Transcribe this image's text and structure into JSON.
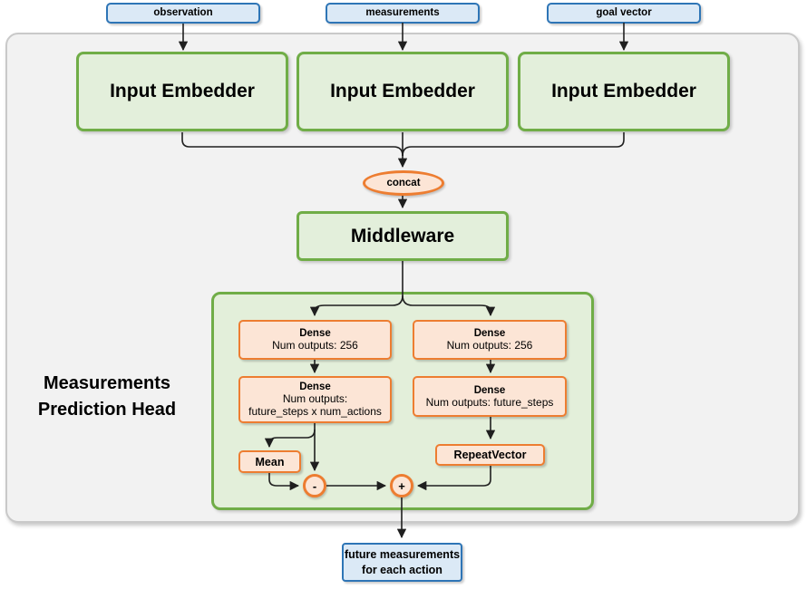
{
  "inputs": {
    "observation": "observation",
    "measurements": "measurements",
    "goal_vector": "goal vector"
  },
  "embedders": {
    "left": "Input Embedder",
    "middle": "Input Embedder",
    "right": "Input Embedder"
  },
  "concat_label": "concat",
  "middleware_label": "Middleware",
  "prediction_head": {
    "label_line1": "Measurements",
    "label_line2": "Prediction Head",
    "dense_left_top": {
      "title": "Dense",
      "line1": "Num outputs: 256"
    },
    "dense_right_top": {
      "title": "Dense",
      "line1": "Num outputs: 256"
    },
    "dense_left_bottom": {
      "title": "Dense",
      "line1": "Num outputs:",
      "line2": "future_steps x num_actions"
    },
    "dense_right_bottom": {
      "title": "Dense",
      "line1": "Num outputs: future_steps"
    },
    "mean_label": "Mean",
    "repeat_vector_label": "RepeatVector",
    "minus_op": "-",
    "plus_op": "+"
  },
  "output": {
    "line1": "future measurements",
    "line2": "for each action"
  },
  "colors": {
    "green_border": "#70ad47",
    "green_fill": "#e3efdb",
    "orange_border": "#ed7d31",
    "orange_fill": "#fce5d6",
    "blue_border": "#2e75b6",
    "blue_fill": "#dbe9f6",
    "container_fill": "#f2f2f2",
    "container_border": "#c9c9c9",
    "line_color": "#1f1f1f"
  }
}
